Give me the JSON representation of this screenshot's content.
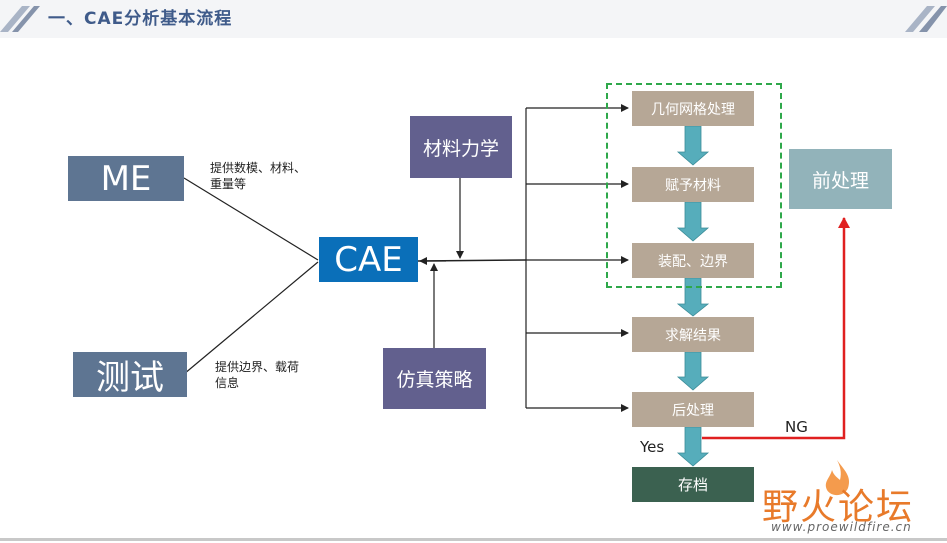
{
  "header": {
    "title": "一、CAE分析基本流程"
  },
  "sources": {
    "me": "ME",
    "test": "测试",
    "me_note": "提供数模、材料、\n重量等",
    "test_note": "提供边界、载荷\n信息"
  },
  "center": {
    "cae": "CAE"
  },
  "inputs": {
    "mechanics": "材料力学",
    "strategy": "仿真策略"
  },
  "steps": [
    "几何网格处理",
    "赋予材料",
    "装配、边界",
    "求解结果",
    "后处理",
    "存档"
  ],
  "preprocess": "前处理",
  "labels": {
    "yes": "Yes",
    "ng": "NG"
  },
  "watermark": {
    "name": "野火论坛",
    "url": "www.proewildfire.cn"
  },
  "colors": {
    "title": "#3f5b8a",
    "source_box": "#5e7592",
    "cae_box": "#0a6fb9",
    "input_box": "#62608e",
    "step_box": "#b6a796",
    "preprocess_box": "#92b3ba",
    "save_box": "#3b6150",
    "flow_arrow": "#56adbb",
    "ng_arrow": "#e02020",
    "group_frame": "#2ea84a"
  }
}
